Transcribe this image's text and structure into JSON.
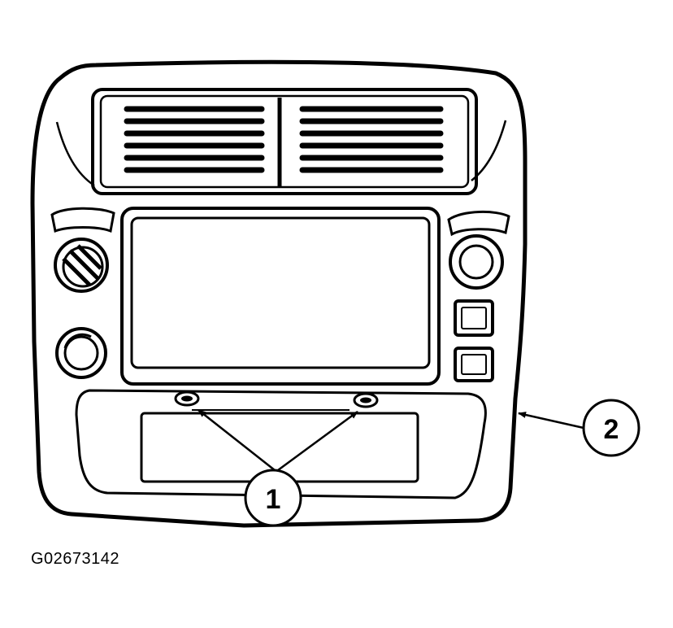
{
  "diagram": {
    "callouts": [
      {
        "number": "1"
      },
      {
        "number": "2"
      }
    ],
    "figure_id": "G02673142"
  },
  "colors": {
    "ink": "#000000",
    "paper": "#ffffff"
  }
}
